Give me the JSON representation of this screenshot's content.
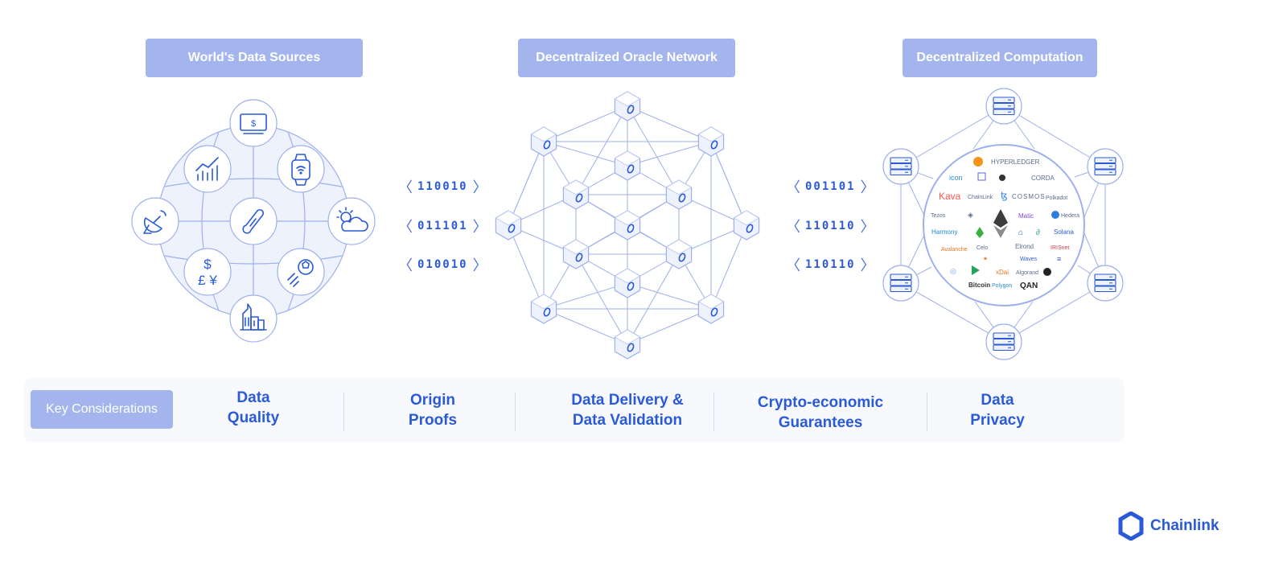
{
  "headers": {
    "sources": "World's Data Sources",
    "oracle": "Decentralized Oracle Network",
    "computation": "Decentralized Computation"
  },
  "left_bits": [
    "110010",
    "011101",
    "010010"
  ],
  "right_bits": [
    "001101",
    "110110",
    "110110"
  ],
  "source_icons": [
    "payment-card-icon",
    "chart-icon",
    "smartwatch-icon",
    "satellite-dish-icon",
    "thermometer-icon",
    "weather-icon",
    "currency-icon",
    "sports-ball-icon",
    "buildings-icon"
  ],
  "blockchains": [
    "HYPERLEDGER",
    "icon",
    "CORDA",
    "Kava",
    "COSMOS",
    "Polkadot",
    "Hedera",
    "Harmony",
    "Elrond",
    "Ethereum",
    "Matic",
    "QAN",
    "Zilliqa",
    "Tezos",
    "Celo",
    "IRISnet",
    "Bitcoin",
    "Waves",
    "Solana",
    "xDai",
    "Avalanche",
    "Polygon",
    "Algorand"
  ],
  "considerations": {
    "label": "Key Considerations",
    "items": [
      {
        "line1": "Data",
        "line2": "Quality"
      },
      {
        "line1": "Origin",
        "line2": "Proofs"
      },
      {
        "line1": "Data Delivery &",
        "line2": "Data Validation"
      },
      {
        "line1": "Crypto-economic",
        "line2": "Guarantees"
      },
      {
        "line1": "Data",
        "line2": "Privacy"
      }
    ]
  },
  "brand": {
    "name": "Chainlink"
  },
  "colors": {
    "accent": "#2a5ad7",
    "pill": "#a4b5ee",
    "line": "#9eb0ec",
    "fill": "#eef2fd"
  }
}
